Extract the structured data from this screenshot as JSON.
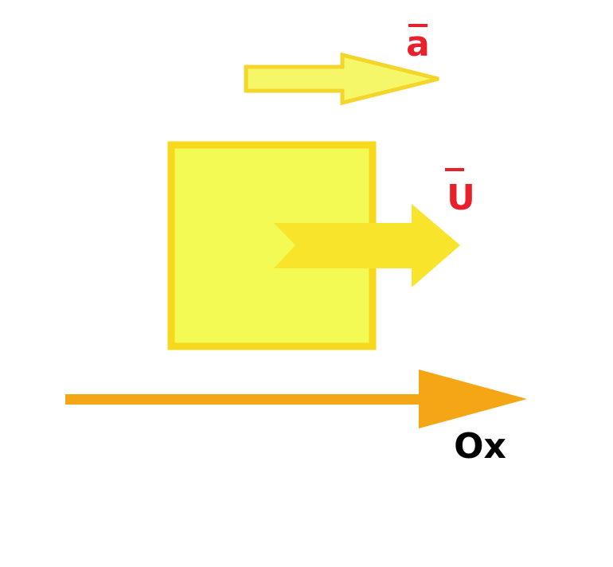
{
  "labels": {
    "acceleration": "a",
    "velocity": "U",
    "axis": "Ox"
  },
  "colors": {
    "background": "#ffffff",
    "block_fill": "#f3fa54",
    "block_border": "#f7d81c",
    "accel_arrow_fill": "#f6f768",
    "accel_arrow_stroke": "#f4d62a",
    "velocity_arrow_fill": "#f9e42c",
    "axis_color": "#f4a614",
    "vector_label_color": "#e8202c",
    "axis_label_color": "#000000"
  }
}
